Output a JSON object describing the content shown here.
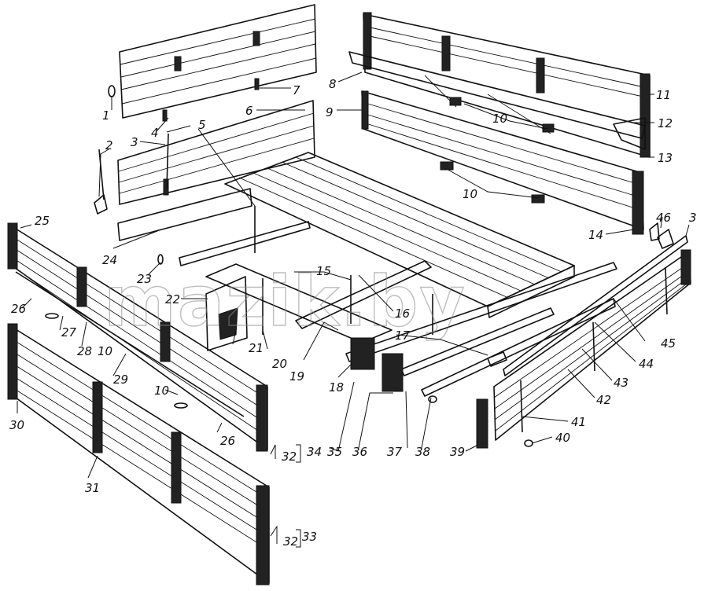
{
  "watermark": "mazik.by",
  "callouts": [
    {
      "id": "c1",
      "text": "1"
    },
    {
      "id": "c2",
      "text": "2"
    },
    {
      "id": "c3a",
      "text": "3"
    },
    {
      "id": "c3b",
      "text": "3"
    },
    {
      "id": "c4",
      "text": "4"
    },
    {
      "id": "c5",
      "text": "5"
    },
    {
      "id": "c6",
      "text": "6"
    },
    {
      "id": "c7",
      "text": "7"
    },
    {
      "id": "c8",
      "text": "8"
    },
    {
      "id": "c9",
      "text": "9"
    },
    {
      "id": "c10a",
      "text": "10"
    },
    {
      "id": "c10b",
      "text": "10"
    },
    {
      "id": "c10c",
      "text": "10"
    },
    {
      "id": "c10d",
      "text": "10"
    },
    {
      "id": "c11",
      "text": "11"
    },
    {
      "id": "c12",
      "text": "12"
    },
    {
      "id": "c13",
      "text": "13"
    },
    {
      "id": "c14",
      "text": "14"
    },
    {
      "id": "c15",
      "text": "15"
    },
    {
      "id": "c16",
      "text": "16"
    },
    {
      "id": "c17",
      "text": "17"
    },
    {
      "id": "c18",
      "text": "18"
    },
    {
      "id": "c19",
      "text": "19"
    },
    {
      "id": "c20",
      "text": "20"
    },
    {
      "id": "c21",
      "text": "21"
    },
    {
      "id": "c22",
      "text": "22"
    },
    {
      "id": "c23",
      "text": "23"
    },
    {
      "id": "c24",
      "text": "24"
    },
    {
      "id": "c25",
      "text": "25"
    },
    {
      "id": "c26a",
      "text": "26"
    },
    {
      "id": "c26b",
      "text": "26"
    },
    {
      "id": "c27",
      "text": "27"
    },
    {
      "id": "c28",
      "text": "28"
    },
    {
      "id": "c29",
      "text": "29"
    },
    {
      "id": "c30",
      "text": "30"
    },
    {
      "id": "c31",
      "text": "31"
    },
    {
      "id": "c32a",
      "text": "32"
    },
    {
      "id": "c32b",
      "text": "32"
    },
    {
      "id": "c33",
      "text": "33"
    },
    {
      "id": "c34",
      "text": "34"
    },
    {
      "id": "c35",
      "text": "35"
    },
    {
      "id": "c36",
      "text": "36"
    },
    {
      "id": "c37",
      "text": "37"
    },
    {
      "id": "c38",
      "text": "38"
    },
    {
      "id": "c39",
      "text": "39"
    },
    {
      "id": "c40",
      "text": "40"
    },
    {
      "id": "c41",
      "text": "41"
    },
    {
      "id": "c42",
      "text": "42"
    },
    {
      "id": "c43",
      "text": "43"
    },
    {
      "id": "c44",
      "text": "44"
    },
    {
      "id": "c45",
      "text": "45"
    },
    {
      "id": "c46",
      "text": "46"
    }
  ]
}
